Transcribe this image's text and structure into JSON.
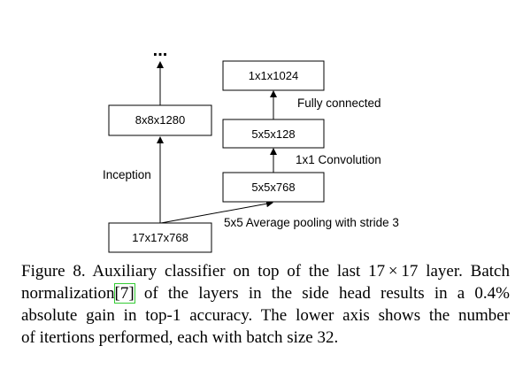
{
  "diagram": {
    "nodes": {
      "n17x17x768": "17x17x768",
      "n8x8x1280": "8x8x1280",
      "n5x5x768": "5x5x768",
      "n5x5x128": "5x5x128",
      "n1x1x1024": "1x1x1024"
    },
    "ellipsis": "...",
    "edges": {
      "inception": "Inception",
      "avg_pool": "5x5 Average pooling with stride 3",
      "conv": "1x1 Convolution",
      "fc": "Fully connected"
    }
  },
  "caption": {
    "figure_label": "Figure 8.",
    "line1_text": " Auxiliary classifier on top of the last 17 × 17 layer. Batch",
    "line2_pre": "normalization",
    "ref": "[7]",
    "line2_post": " of the layers in the side head results in a 0.4%",
    "line3": "absolute gain in top-1 accuracy. The lower axis shows the number",
    "line4": "of itertions performed, each with batch size 32."
  }
}
